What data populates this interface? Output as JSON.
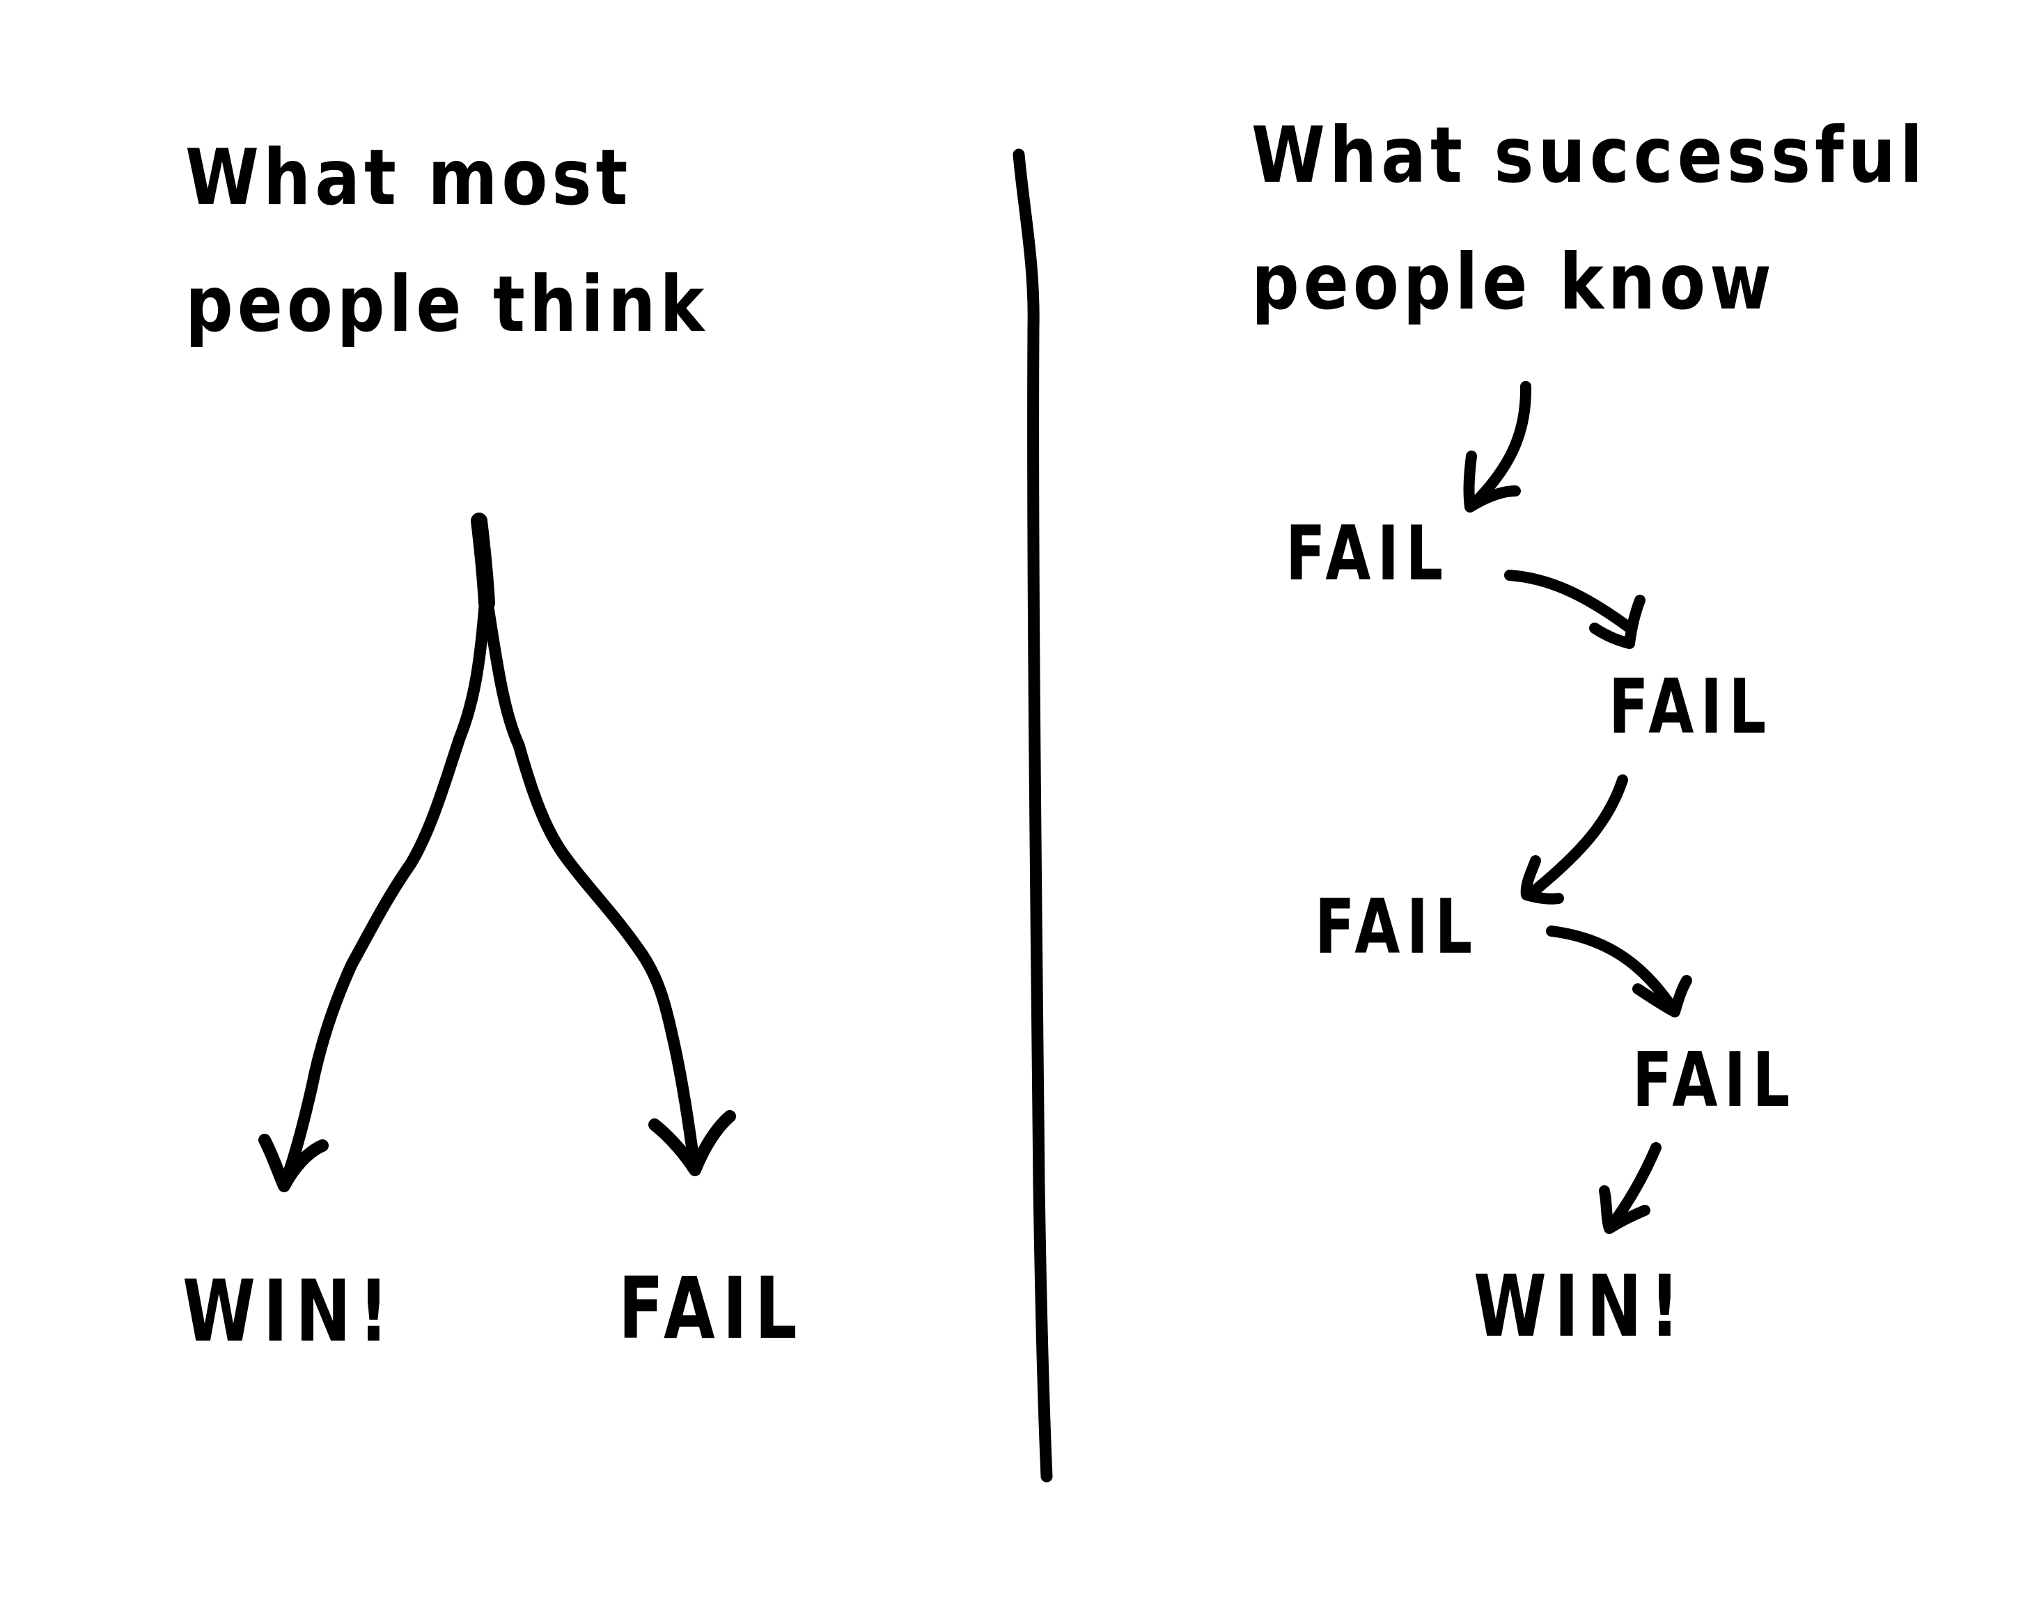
{
  "left_panel": {
    "title_line1": "What most",
    "title_line2": "people think",
    "outcomes": [
      {
        "label": "WIN!"
      },
      {
        "label": "FAIL"
      }
    ]
  },
  "right_panel": {
    "title_line1": "What successful",
    "title_line2": "people know",
    "chain": [
      {
        "label": "FAIL"
      },
      {
        "label": "FAIL"
      },
      {
        "label": "FAIL"
      },
      {
        "label": "FAIL"
      },
      {
        "label": "WIN!"
      }
    ]
  },
  "colors": {
    "ink": "#000000",
    "paper": "#ffffff"
  }
}
